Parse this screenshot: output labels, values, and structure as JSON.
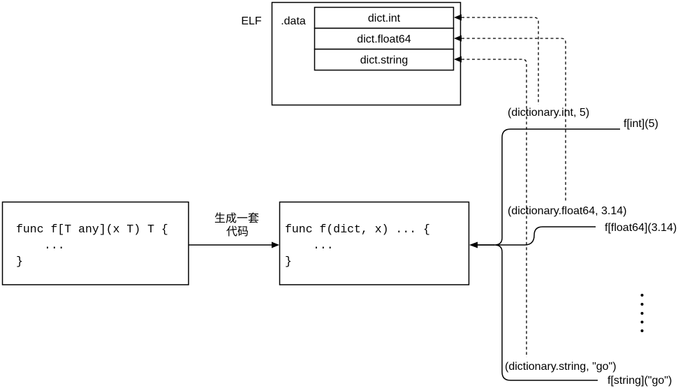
{
  "elf": {
    "label": "ELF",
    "section_label": ".data",
    "entries": [
      "dict.int",
      "dict.float64",
      "dict.string"
    ]
  },
  "generic_func_box": {
    "code_lines": [
      "func f[T any](x T) T {",
      "...",
      "}"
    ]
  },
  "generate_arrow": {
    "label_line1": "生成一套",
    "label_line2": "代码"
  },
  "stenciled_func_box": {
    "code_lines": [
      "func f(dict, x) ... {",
      "...",
      "}"
    ]
  },
  "calls": [
    {
      "args": "(dictionary.int, 5)",
      "call": "f[int](5)"
    },
    {
      "args": "(dictionary.float64, 3.14)",
      "call": "f[float64](3.14)"
    },
    {
      "args": "(dictionary.string, \"go\")",
      "call": "f[string](\"go\")"
    }
  ],
  "colors": {
    "line": "#000000",
    "background": "#ffffff"
  }
}
